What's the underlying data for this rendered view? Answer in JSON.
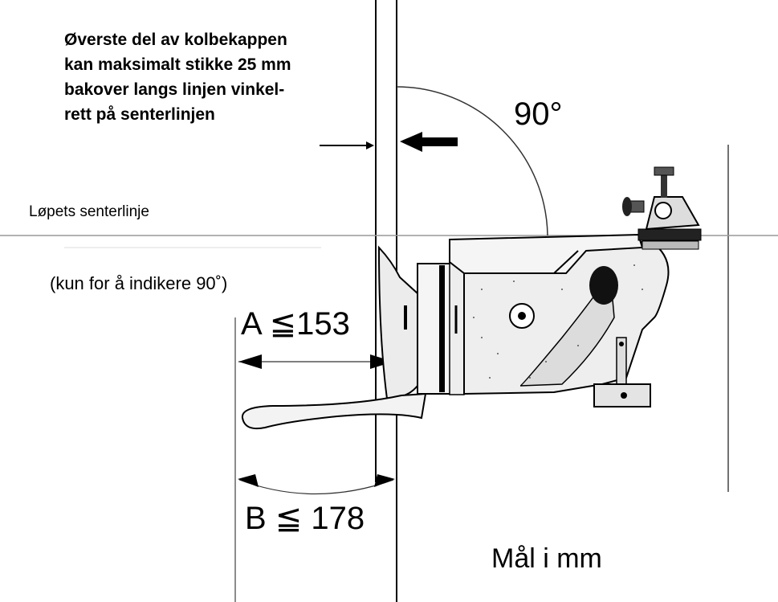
{
  "note": {
    "lines": [
      "Øverste del av kolbekappen",
      "kan maksimalt stikke 25 mm",
      "bakover langs linjen vinkel-",
      "rett på senterlinjen"
    ]
  },
  "labels": {
    "centerline": "Løpets senterlinje",
    "indicate": "(kun for å indikere 90˚)",
    "angle": "90°",
    "dim_a": "A ≦153",
    "dim_b": "B ≦ 178",
    "units": "Mål i mm"
  }
}
